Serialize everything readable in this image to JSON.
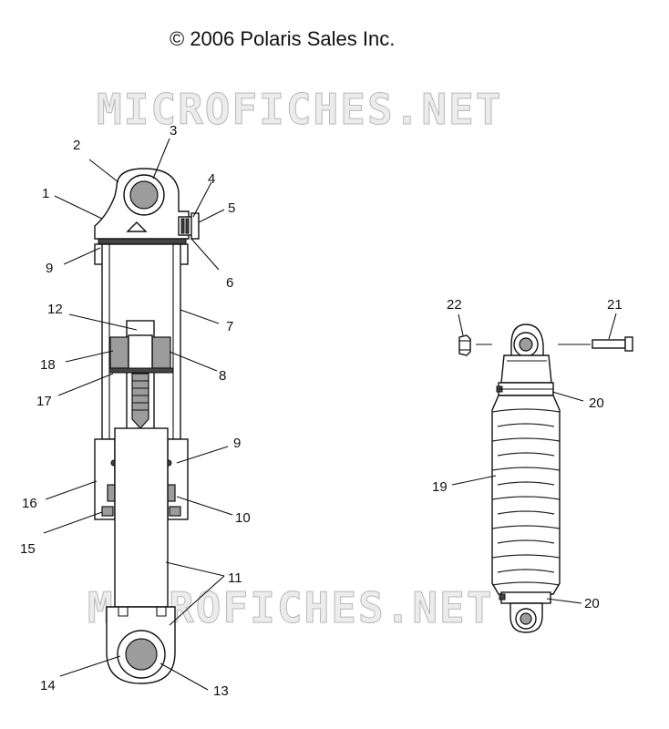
{
  "copyright": "© 2006 Polaris Sales Inc.",
  "watermark_text": "MICROFICHES.NET",
  "callouts": {
    "c1": "1",
    "c2": "2",
    "c3": "3",
    "c4": "4",
    "c5": "5",
    "c6": "6",
    "c7": "7",
    "c8": "8",
    "c9a": "9",
    "c9b": "9",
    "c10": "10",
    "c11": "11",
    "c12": "12",
    "c13": "13",
    "c14": "14",
    "c15": "15",
    "c16": "16",
    "c17": "17",
    "c18": "18",
    "c19": "19",
    "c20a": "20",
    "c20b": "20",
    "c21": "21",
    "c22": "22"
  }
}
